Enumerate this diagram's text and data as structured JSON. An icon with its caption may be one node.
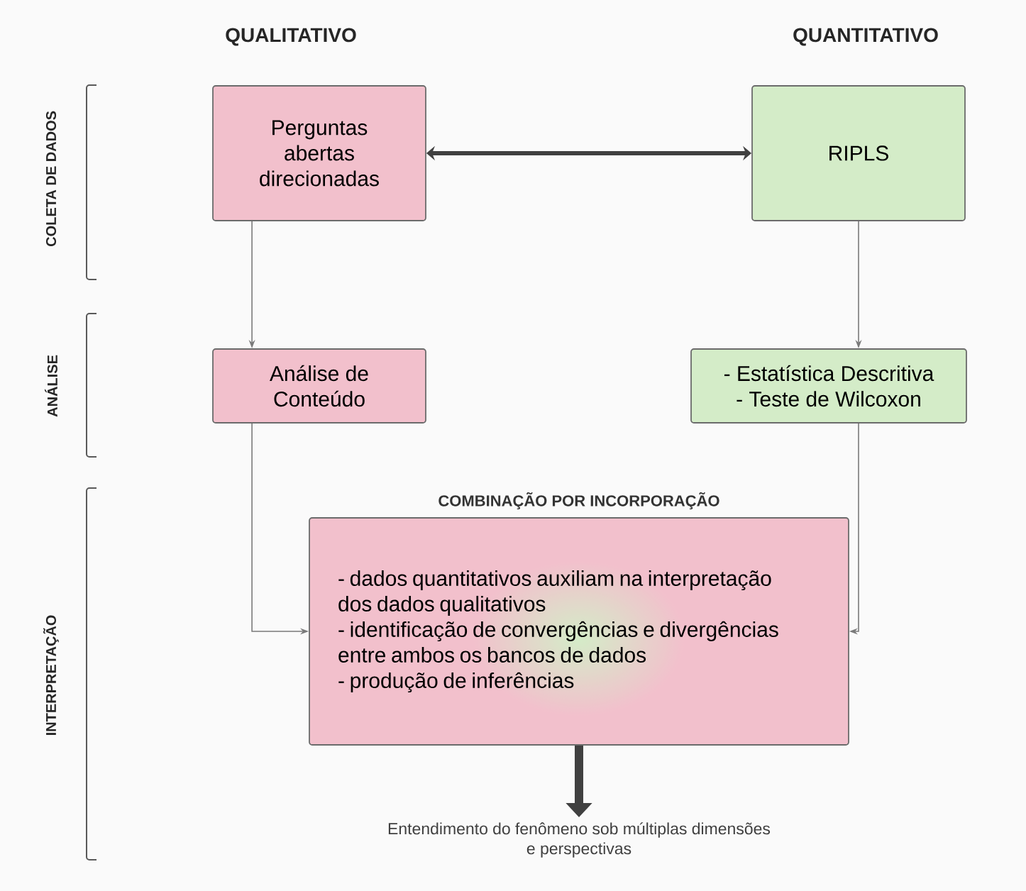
{
  "diagram": {
    "nodes": [
      {
        "text": [
          "Perguntas abertas direcionadas"
        ]
      },
      {
        "text": [
          "RIPLS"
        ]
      },
      {
        "text": [
          "Análise de Conteúdo"
        ]
      },
      {
        "text": [
          "- Estatística Descritiva",
          "- Teste de Wilcoxon"
        ]
      },
      {
        "text": [
          "COMBINAÇÃO POR INCORPORAÇÃO",
          "- dados quantitativos auxiliam na interpretação dos dados qualitativos",
          "-  identificação de convergências e divergências entre ambos os bancos de dados",
          "- produção de inferências"
        ]
      },
      {
        "text": [
          "Entendimento do fenômeno sob múltiplas dimensões e perspectivas"
        ]
      }
    ],
    "edges": [
      {
        "from": 0,
        "to": 1,
        "arrow": "both",
        "style": "thick"
      },
      {
        "from": 0,
        "to": 2,
        "arrow": "to"
      },
      {
        "from": 1,
        "to": 3,
        "arrow": "to"
      },
      {
        "from": 2,
        "to": 4,
        "arrow": "to"
      },
      {
        "from": 3,
        "to": 4,
        "arrow": "to"
      },
      {
        "from": 4,
        "to": 5,
        "arrow": "to",
        "style": "thick"
      }
    ],
    "labels": [
      "QUALITATIVO",
      "QUANTITATIVO",
      "COLETA DE DADOS",
      "ANÁLISE",
      "INTERPRETAÇÃO"
    ]
  }
}
